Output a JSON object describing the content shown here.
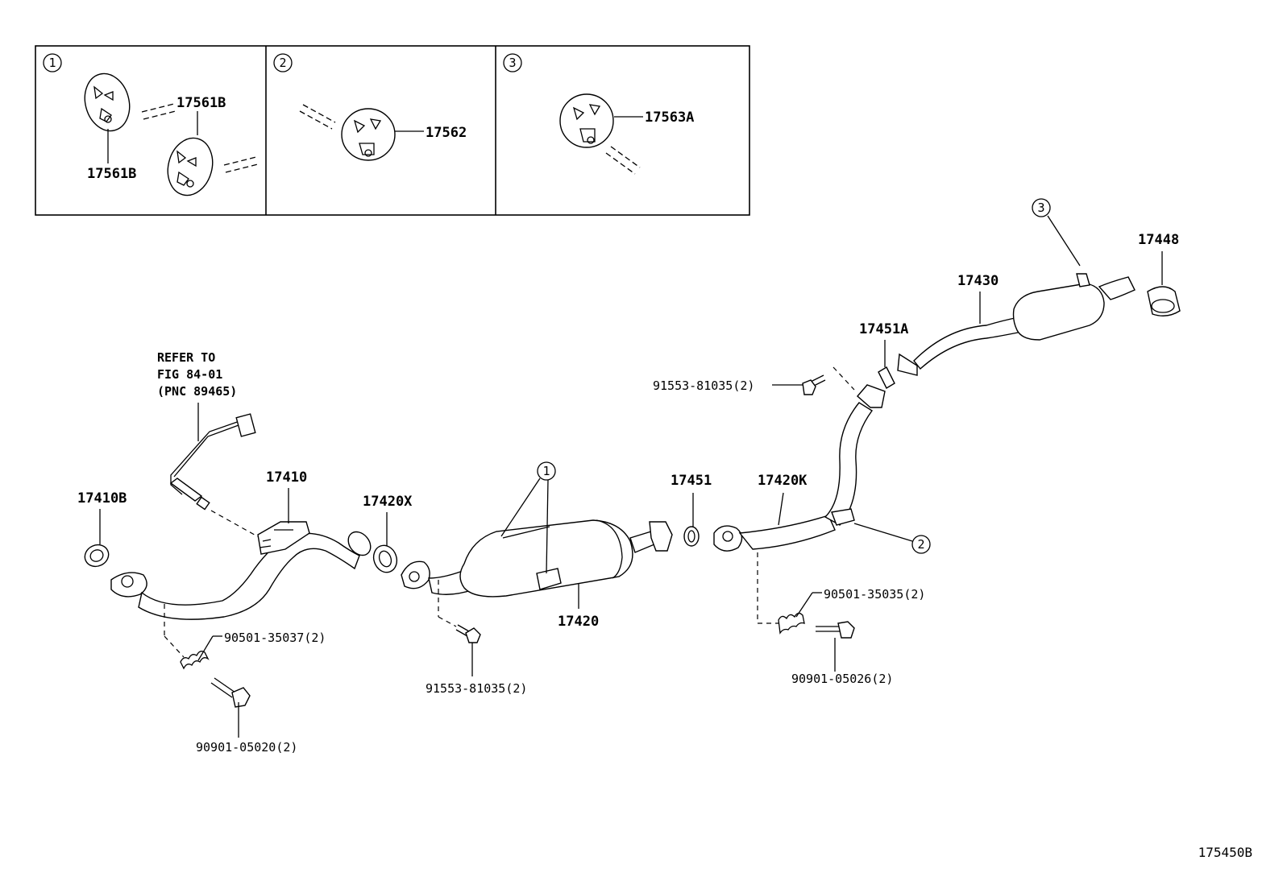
{
  "inset": {
    "panels": [
      {
        "marker": "1",
        "labels": [
          "17561B",
          "17561B"
        ]
      },
      {
        "marker": "2",
        "labels": [
          "17562"
        ]
      },
      {
        "marker": "3",
        "labels": [
          "17563A"
        ]
      }
    ]
  },
  "parts": {
    "p17410B": "17410B",
    "p17410": "17410",
    "p17420X": "17420X",
    "p17420": "17420",
    "p17451": "17451",
    "p17420K": "17420K",
    "p17451A": "17451A",
    "p17430": "17430",
    "p17448": "17448"
  },
  "fasteners": {
    "f1": "90501-35037(2)",
    "f2": "90901-05020(2)",
    "f3": "91553-81035(2)",
    "f4": "90501-35035(2)",
    "f5": "90901-05026(2)",
    "f6": "91553-81035(2)"
  },
  "refer_note": {
    "line1": "REFER TO",
    "line2": "FIG 84-01",
    "line3": "(PNC 89465)"
  },
  "callouts": {
    "c1": "1",
    "c2": "2",
    "c3": "3"
  },
  "diagram_id": "175450B"
}
